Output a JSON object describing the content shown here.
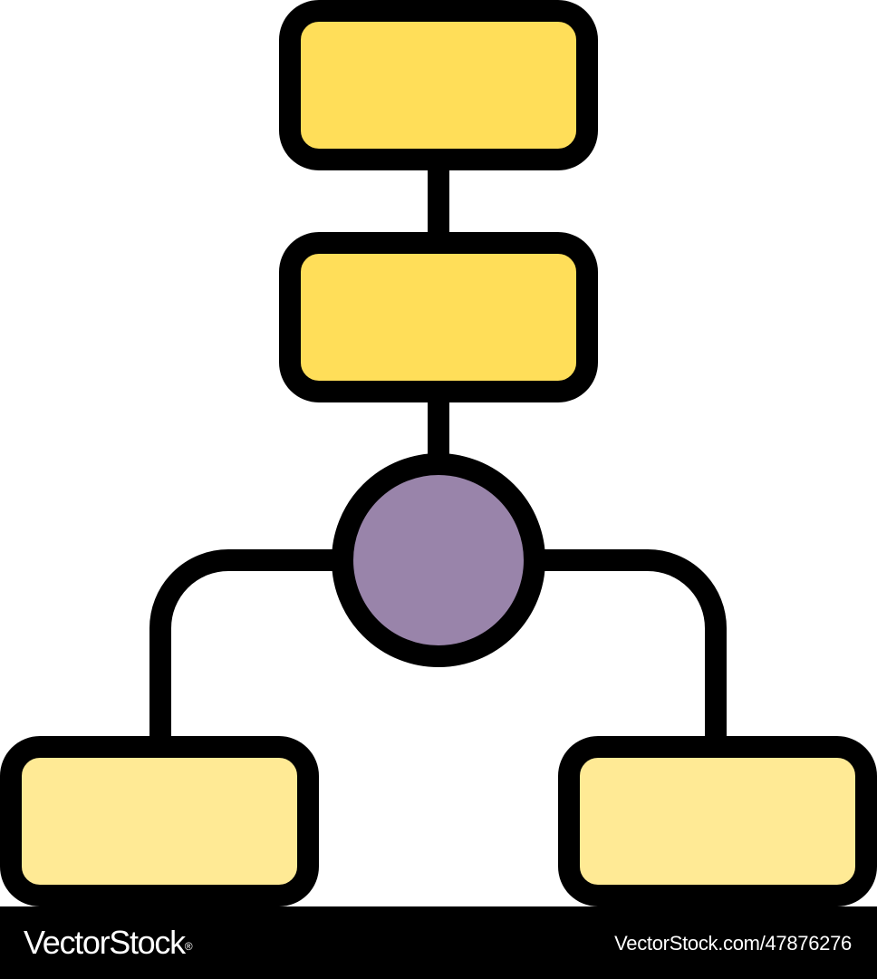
{
  "diagram": {
    "colors": {
      "outline": "#000000",
      "box_primary_fill": "#FFDE59",
      "box_secondary_fill": "#FFEA95",
      "circle_fill": "#9984AA",
      "background": "#FFFFFF"
    },
    "nodes": [
      {
        "kind": "box",
        "role": "top"
      },
      {
        "kind": "box",
        "role": "middle"
      },
      {
        "kind": "circle",
        "role": "junction"
      },
      {
        "kind": "box",
        "role": "bottom-left"
      },
      {
        "kind": "box",
        "role": "bottom-right"
      }
    ],
    "edges": [
      {
        "from": "top",
        "to": "middle"
      },
      {
        "from": "middle",
        "to": "junction"
      },
      {
        "from": "junction",
        "to": "bottom-left"
      },
      {
        "from": "junction",
        "to": "bottom-right"
      }
    ]
  },
  "footer": {
    "brand": "VectorStock",
    "registered_mark": "®",
    "asset_id": "VectorStock.com/47876276",
    "background": "#000000",
    "text_color": "#FFFFFF"
  }
}
